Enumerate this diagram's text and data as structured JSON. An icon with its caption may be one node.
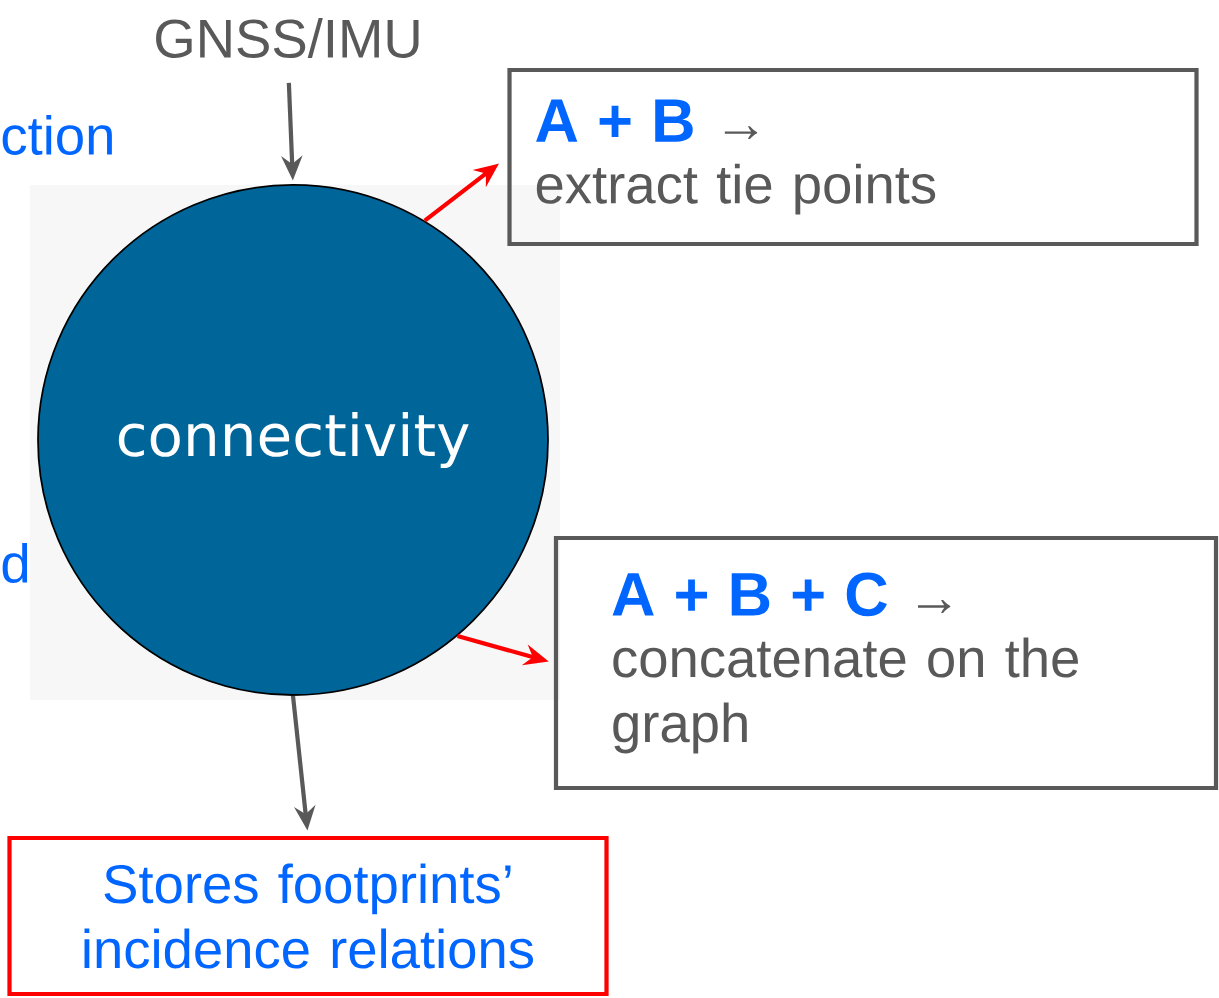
{
  "diagram": {
    "nodes": [
      {
        "text": [
          "GNSS/IMU"
        ]
      },
      {
        "text": [
          "connectivity"
        ]
      },
      {
        "text": [
          "A + B",
          "→",
          "extract tie points"
        ]
      },
      {
        "text": [
          "A + B + C",
          "→",
          "concatenate on the graph"
        ]
      },
      {
        "text": [
          "Stores footprints’ incidence relations"
        ]
      }
    ],
    "edges": [
      {
        "from": 0,
        "to": 1,
        "arrow": "to",
        "color": "#595959"
      },
      {
        "from": 1,
        "to": 2,
        "arrow": "to",
        "color": "#ff0000"
      },
      {
        "from": 1,
        "to": 3,
        "arrow": "to",
        "color": "#ff0000"
      },
      {
        "from": 1,
        "to": 4,
        "arrow": "to",
        "color": "#595959"
      }
    ],
    "labels": [
      "ction",
      "d"
    ]
  }
}
